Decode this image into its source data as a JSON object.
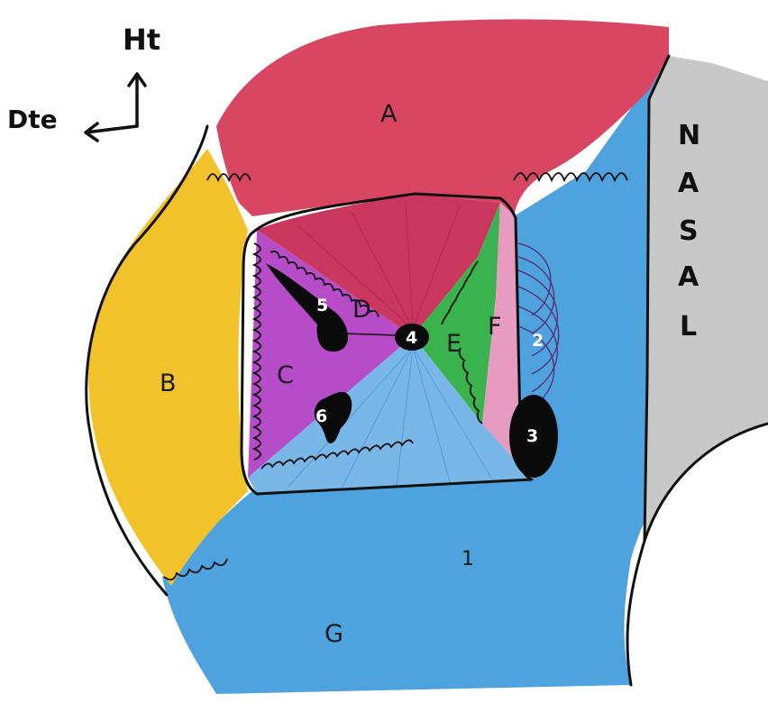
{
  "orientation": {
    "up": "Ht",
    "left": "Dte"
  },
  "side_label": [
    "N",
    "A",
    "S",
    "A",
    "L"
  ],
  "regions": {
    "A": {
      "label": "A",
      "color": "#d94661"
    },
    "B": {
      "label": "B",
      "color": "#f2c22b"
    },
    "C": {
      "label": "C",
      "color": "#b64cc7"
    },
    "D": {
      "label": "D",
      "color": "#c9375e"
    },
    "E": {
      "label": "E",
      "color": "#3ab34e"
    },
    "F": {
      "label": "F",
      "color": "#e79bc0"
    },
    "G": {
      "label": "G",
      "color": "#4ea2de"
    },
    "nasal": {
      "color": "#c8c8c8"
    }
  },
  "markers": [
    "1",
    "2",
    "3",
    "4",
    "5",
    "6"
  ]
}
